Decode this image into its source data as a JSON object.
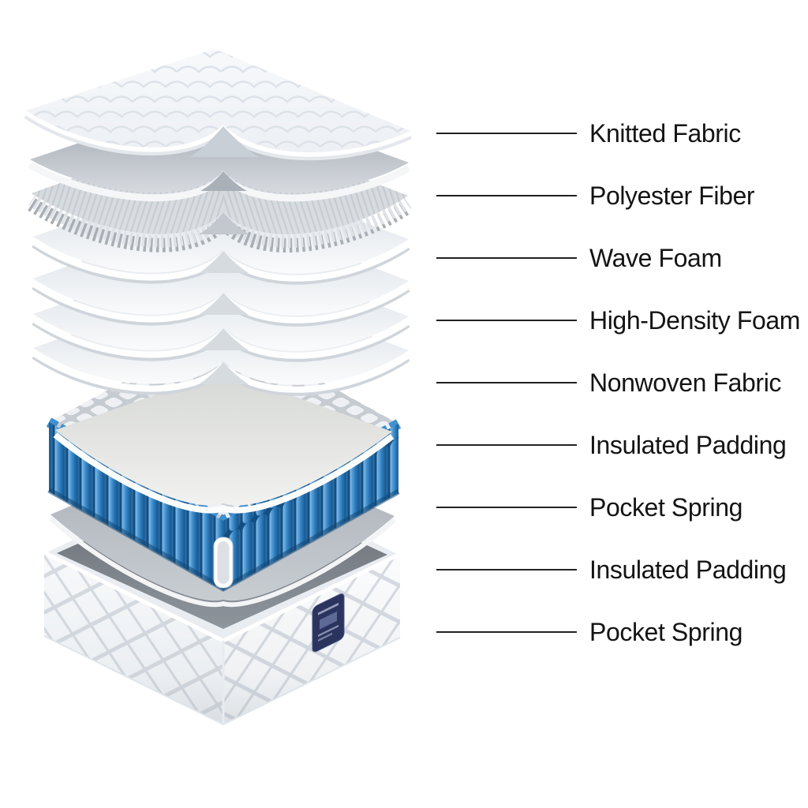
{
  "diagram_title": "",
  "layers": [
    {
      "label": "Knitted Fabric"
    },
    {
      "label": "Polyester Fiber"
    },
    {
      "label": "Wave Foam"
    },
    {
      "label": "High-Density Foam"
    },
    {
      "label": "Nonwoven Fabric"
    },
    {
      "label": "Insulated Padding"
    },
    {
      "label": "Pocket Spring"
    },
    {
      "label": "Insulated Padding"
    },
    {
      "label": "Pocket Spring"
    }
  ],
  "colors": {
    "background": "#ffffff",
    "text": "#141414",
    "leader_line": "#222222",
    "spring_blue": "#2f7fc1",
    "label_tag_navy": "#2a345f",
    "felt_gray": "#a7adb4",
    "sheet_white": "#eef1f4"
  }
}
